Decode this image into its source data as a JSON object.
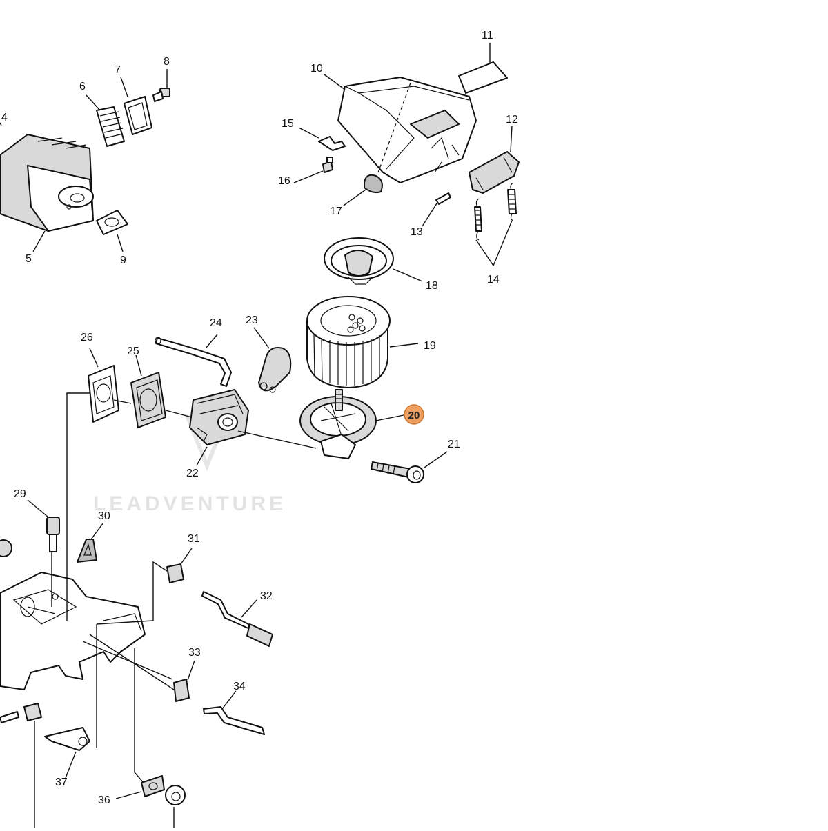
{
  "watermark": "LEADVENTURE",
  "highlight_color": "#f0a060",
  "highlighted_part": "20",
  "labels": {
    "l4": "4",
    "l5": "5",
    "l6": "6",
    "l7": "7",
    "l8": "8",
    "l9": "9",
    "l10": "10",
    "l11": "11",
    "l12": "12",
    "l13": "13",
    "l14": "14",
    "l15": "15",
    "l16": "16",
    "l17": "17",
    "l18": "18",
    "l19": "19",
    "l20": "20",
    "l21": "21",
    "l22": "22",
    "l23": "23",
    "l24": "24",
    "l25": "25",
    "l26": "26",
    "l29": "29",
    "l30": "30",
    "l31": "31",
    "l32": "32",
    "l33": "33",
    "l34": "34",
    "l36": "36",
    "l37": "37"
  }
}
